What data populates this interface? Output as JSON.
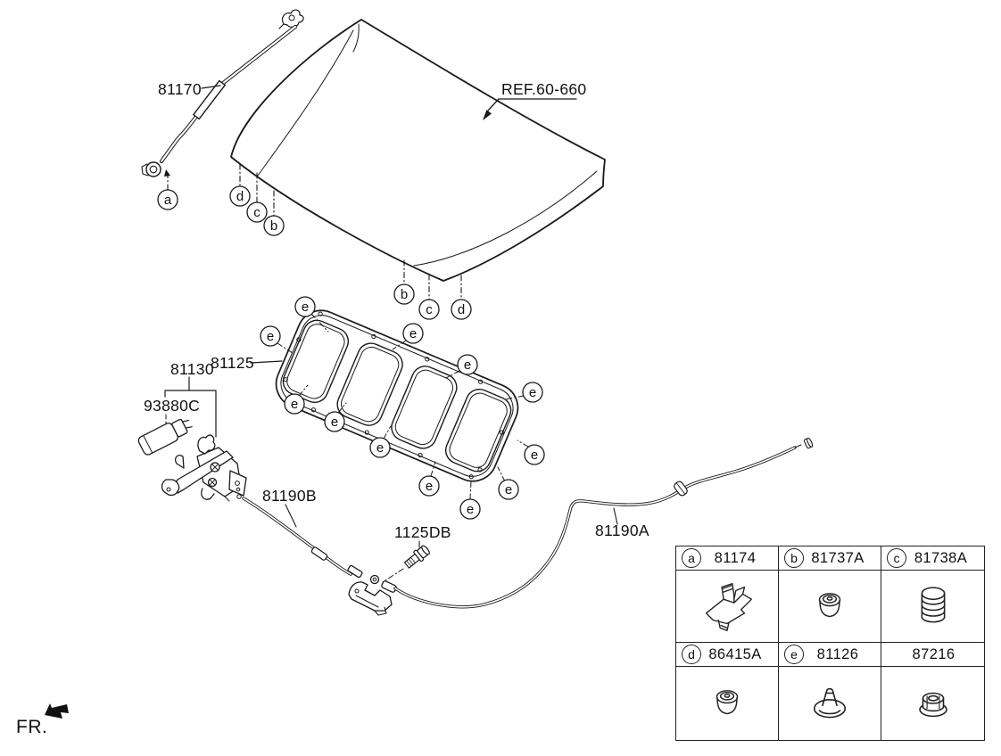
{
  "diagram": {
    "ref_label": "REF.60-660",
    "fr_label": "FR.",
    "part_labels": {
      "hood_rod": "81170",
      "hood_latch": "81130",
      "insulator_pad": "81125",
      "hood_switch": "93880C",
      "cable_front": "81190B",
      "cable_rear": "81190A",
      "bolt": "1125DB"
    },
    "callouts": {
      "a": "a",
      "b": "b",
      "c": "c",
      "d": "d",
      "e": "e"
    }
  },
  "parts_table": {
    "cells": [
      {
        "letter": "a",
        "part_no": "81174"
      },
      {
        "letter": "b",
        "part_no": "81737A"
      },
      {
        "letter": "c",
        "part_no": "81738A"
      },
      {
        "letter": "d",
        "part_no": "86415A"
      },
      {
        "letter": "e",
        "part_no": "81126"
      },
      {
        "letter": "",
        "part_no": "87216"
      }
    ]
  },
  "colors": {
    "line": "#1a1a1a",
    "background": "#ffffff"
  }
}
